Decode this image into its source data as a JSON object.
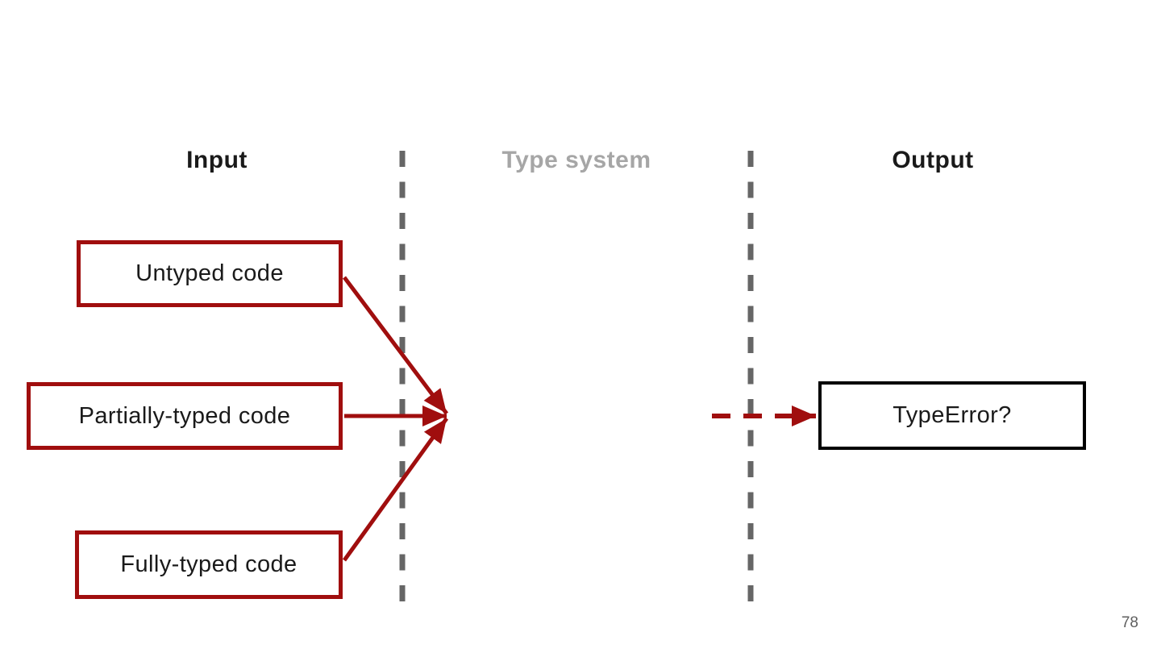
{
  "slide": {
    "columns": [
      {
        "label": "Input"
      },
      {
        "label": "Type system"
      },
      {
        "label": "Output"
      }
    ],
    "input_boxes": [
      {
        "label": "Untyped code"
      },
      {
        "label": "Partially-typed code"
      },
      {
        "label": "Fully-typed code"
      }
    ],
    "output_box": {
      "label": "TypeError?"
    },
    "page_number": "78"
  },
  "colors": {
    "box_and_arrow_red": "#a00e0e",
    "output_box_border_black": "#000000",
    "divider_gray": "#666666",
    "muted_header_gray": "#a6a6a6",
    "text_black": "#1a1a1a",
    "page_number_gray": "#5f5f5f"
  }
}
